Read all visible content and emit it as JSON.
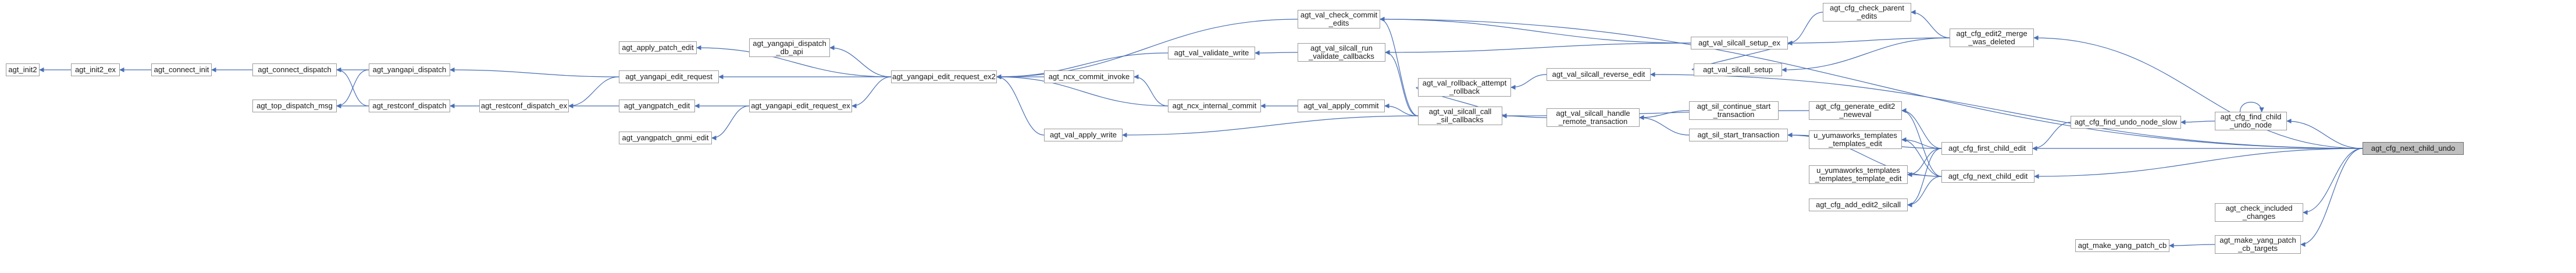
{
  "graph": {
    "nodes": [
      {
        "id": "n_init2",
        "label": "agt_init2"
      },
      {
        "id": "n_init2_ex",
        "label": "agt_init2_ex"
      },
      {
        "id": "n_connect_init",
        "label": "agt_connect_init"
      },
      {
        "id": "n_connect_dispatch",
        "label": "agt_connect_dispatch"
      },
      {
        "id": "n_top_dispatch_msg",
        "label": "agt_top_dispatch_msg"
      },
      {
        "id": "n_yangapi_dispatch",
        "label": "agt_yangapi_dispatch"
      },
      {
        "id": "n_restconf_dispatch",
        "label": "agt_restconf_dispatch"
      },
      {
        "id": "n_restconf_dispatch_ex",
        "label": "agt_restconf_dispatch_ex"
      },
      {
        "id": "n_apply_patch_edit",
        "label": "agt_apply_patch_edit"
      },
      {
        "id": "n_yangapi_edit_request",
        "label": "agt_yangapi_edit_request"
      },
      {
        "id": "n_yangpatch_edit",
        "label": "agt_yangpatch_edit"
      },
      {
        "id": "n_yangpatch_gnmi_edit",
        "label": "agt_yangpatch_gnmi_edit"
      },
      {
        "id": "n_yangapi_dispatch_db_api",
        "label": "agt_yangapi_dispatch\n_db_api"
      },
      {
        "id": "n_yangapi_edit_request_ex",
        "label": "agt_yangapi_edit_request_ex"
      },
      {
        "id": "n_yangapi_edit_request_ex2",
        "label": "agt_yangapi_edit_request_ex2"
      },
      {
        "id": "n_val_check_commit_edits",
        "label": "agt_val_check_commit\n_edits"
      },
      {
        "id": "n_val_validate_write",
        "label": "agt_val_validate_write"
      },
      {
        "id": "n_ncx_commit_invoke",
        "label": "agt_ncx_commit_invoke"
      },
      {
        "id": "n_ncx_internal_commit",
        "label": "agt_ncx_internal_commit"
      },
      {
        "id": "n_val_apply_write",
        "label": "agt_val_apply_write"
      },
      {
        "id": "n_val_silcall_run_validate",
        "label": "agt_val_silcall_run\n_validate_callbacks"
      },
      {
        "id": "n_val_apply_commit",
        "label": "agt_val_apply_commit"
      },
      {
        "id": "n_val_silcall_call_sil",
        "label": "agt_val_silcall_call\n_sil_callbacks"
      },
      {
        "id": "n_val_rollback_attempt",
        "label": "agt_val_rollback_attempt\n_rollback"
      },
      {
        "id": "n_val_silcall_handle_remote",
        "label": "agt_val_silcall_handle\n_remote_transaction"
      },
      {
        "id": "n_val_silcall_setup_ex",
        "label": "agt_val_silcall_setup_ex"
      },
      {
        "id": "n_val_silcall_reverse_edit",
        "label": "agt_val_silcall_reverse_edit"
      },
      {
        "id": "n_val_silcall_setup",
        "label": "agt_val_silcall_setup"
      },
      {
        "id": "n_cfg_check_parent_edits",
        "label": "agt_cfg_check_parent\n_edits"
      },
      {
        "id": "n_cfg_edit2_merge",
        "label": "agt_cfg_edit2_merge\n_was_deleted"
      },
      {
        "id": "n_sil_continue_start",
        "label": "agt_sil_continue_start\n_transaction"
      },
      {
        "id": "n_sil_start_transaction",
        "label": "agt_sil_start_transaction"
      },
      {
        "id": "n_cfg_generate_edit2",
        "label": "agt_cfg_generate_edit2\n_neweval"
      },
      {
        "id": "n_yumaworks_templates_edit",
        "label": "u_yumaworks_templates\n_templates_edit"
      },
      {
        "id": "n_yumaworks_template_edit",
        "label": "u_yumaworks_templates\n_templates_template_edit"
      },
      {
        "id": "n_cfg_add_edit2_silcall",
        "label": "agt_cfg_add_edit2_silcall"
      },
      {
        "id": "n_cfg_first_child_edit",
        "label": "agt_cfg_first_child_edit"
      },
      {
        "id": "n_cfg_next_child_edit",
        "label": "agt_cfg_next_child_edit"
      },
      {
        "id": "n_cfg_find_undo_node_slow",
        "label": "agt_cfg_find_undo_node_slow"
      },
      {
        "id": "n_cfg_find_child_undo_node",
        "label": "agt_cfg_find_child\n_undo_node"
      },
      {
        "id": "n_check_included_changes",
        "label": "agt_check_included\n_changes"
      },
      {
        "id": "n_make_yang_patch_cb",
        "label": "agt_make_yang_patch_cb"
      },
      {
        "id": "n_make_yang_patch_cb_targets",
        "label": "agt_make_yang_patch\n_cb_targets"
      },
      {
        "id": "n_cfg_next_child_undo",
        "label": "agt_cfg_next_child_undo",
        "root": true
      }
    ],
    "edges": [
      [
        "n_init2_ex",
        "n_init2"
      ],
      [
        "n_connect_init",
        "n_init2_ex"
      ],
      [
        "n_connect_dispatch",
        "n_connect_init"
      ],
      [
        "n_yangapi_dispatch",
        "n_connect_dispatch"
      ],
      [
        "n_yangapi_dispatch",
        "n_top_dispatch_msg"
      ],
      [
        "n_restconf_dispatch",
        "n_connect_dispatch"
      ],
      [
        "n_restconf_dispatch",
        "n_top_dispatch_msg"
      ],
      [
        "n_restconf_dispatch_ex",
        "n_restconf_dispatch"
      ],
      [
        "n_yangapi_edit_request",
        "n_yangapi_dispatch"
      ],
      [
        "n_yangapi_edit_request",
        "n_restconf_dispatch_ex"
      ],
      [
        "n_yangapi_edit_request_ex",
        "n_yangpatch_edit"
      ],
      [
        "n_yangapi_edit_request_ex",
        "n_yangpatch_gnmi_edit"
      ],
      [
        "n_yangpatch_edit",
        "n_restconf_dispatch_ex"
      ],
      [
        "n_yangapi_edit_request_ex2",
        "n_apply_patch_edit"
      ],
      [
        "n_yangapi_edit_request_ex2",
        "n_yangapi_dispatch_db_api"
      ],
      [
        "n_yangapi_edit_request_ex2",
        "n_yangapi_edit_request"
      ],
      [
        "n_yangapi_edit_request_ex2",
        "n_yangapi_edit_request_ex"
      ],
      [
        "n_val_check_commit_edits",
        "n_yangapi_edit_request_ex2"
      ],
      [
        "n_ncx_commit_invoke",
        "n_yangapi_edit_request_ex2"
      ],
      [
        "n_val_validate_write",
        "n_yangapi_edit_request_ex2"
      ],
      [
        "n_ncx_internal_commit",
        "n_yangapi_edit_request_ex2"
      ],
      [
        "n_val_apply_write",
        "n_yangapi_edit_request_ex2"
      ],
      [
        "n_ncx_internal_commit",
        "n_ncx_commit_invoke"
      ],
      [
        "n_val_silcall_run_validate",
        "n_val_validate_write"
      ],
      [
        "n_val_apply_commit",
        "n_ncx_internal_commit"
      ],
      [
        "n_val_silcall_call_sil",
        "n_val_silcall_run_validate"
      ],
      [
        "n_val_silcall_call_sil",
        "n_val_apply_commit"
      ],
      [
        "n_val_silcall_call_sil",
        "n_val_apply_write"
      ],
      [
        "n_val_silcall_call_sil",
        "n_val_check_commit_edits"
      ],
      [
        "n_val_silcall_handle_remote",
        "n_val_silcall_call_sil"
      ],
      [
        "n_val_rollback_attempt",
        "n_val_silcall_call_sil"
      ],
      [
        "n_val_silcall_setup_ex",
        "n_val_check_commit_edits"
      ],
      [
        "n_val_silcall_setup_ex",
        "n_val_silcall_run_validate"
      ],
      [
        "n_val_silcall_reverse_edit",
        "n_val_rollback_attempt"
      ],
      [
        "n_val_silcall_setup",
        "n_val_silcall_setup_ex"
      ],
      [
        "n_cfg_check_parent_edits",
        "n_val_silcall_setup_ex"
      ],
      [
        "n_cfg_edit2_merge",
        "n_cfg_check_parent_edits"
      ],
      [
        "n_cfg_edit2_merge",
        "n_val_silcall_setup"
      ],
      [
        "n_cfg_edit2_merge",
        "n_val_silcall_setup_ex"
      ],
      [
        "n_sil_continue_start",
        "n_val_silcall_handle_remote"
      ],
      [
        "n_sil_start_transaction",
        "n_val_silcall_handle_remote"
      ],
      [
        "n_cfg_generate_edit2",
        "n_val_silcall_call_sil"
      ],
      [
        "n_cfg_first_child_edit",
        "n_cfg_generate_edit2"
      ],
      [
        "n_cfg_first_child_edit",
        "n_sil_start_transaction"
      ],
      [
        "n_cfg_first_child_edit",
        "n_yumaworks_templates_edit"
      ],
      [
        "n_cfg_first_child_edit",
        "n_yumaworks_template_edit"
      ],
      [
        "n_cfg_first_child_edit",
        "n_cfg_add_edit2_silcall"
      ],
      [
        "n_cfg_next_child_edit",
        "n_cfg_generate_edit2"
      ],
      [
        "n_cfg_next_child_edit",
        "n_sil_start_transaction"
      ],
      [
        "n_cfg_next_child_edit",
        "n_yumaworks_templates_edit"
      ],
      [
        "n_cfg_next_child_edit",
        "n_yumaworks_template_edit"
      ],
      [
        "n_cfg_next_child_edit",
        "n_cfg_add_edit2_silcall"
      ],
      [
        "n_cfg_find_undo_node_slow",
        "n_cfg_first_child_edit"
      ],
      [
        "n_cfg_find_child_undo_node",
        "n_cfg_find_undo_node_slow"
      ],
      [
        "n_cfg_find_child_undo_node",
        "n_cfg_find_child_undo_node"
      ],
      [
        "n_make_yang_patch_cb_targets",
        "n_make_yang_patch_cb"
      ],
      [
        "n_cfg_next_child_undo",
        "n_val_check_commit_edits"
      ],
      [
        "n_cfg_next_child_undo",
        "n_cfg_edit2_merge"
      ],
      [
        "n_cfg_next_child_undo",
        "n_val_silcall_reverse_edit"
      ],
      [
        "n_cfg_next_child_undo",
        "n_cfg_find_child_undo_node"
      ],
      [
        "n_cfg_next_child_undo",
        "n_cfg_first_child_edit"
      ],
      [
        "n_cfg_next_child_undo",
        "n_cfg_next_child_edit"
      ],
      [
        "n_cfg_next_child_undo",
        "n_check_included_changes"
      ],
      [
        "n_cfg_next_child_undo",
        "n_make_yang_patch_cb_targets"
      ]
    ]
  },
  "colors": {
    "edge": "#4a6fb5",
    "node_border": "#9b9b9b",
    "root_fill": "#bfbfbf"
  }
}
